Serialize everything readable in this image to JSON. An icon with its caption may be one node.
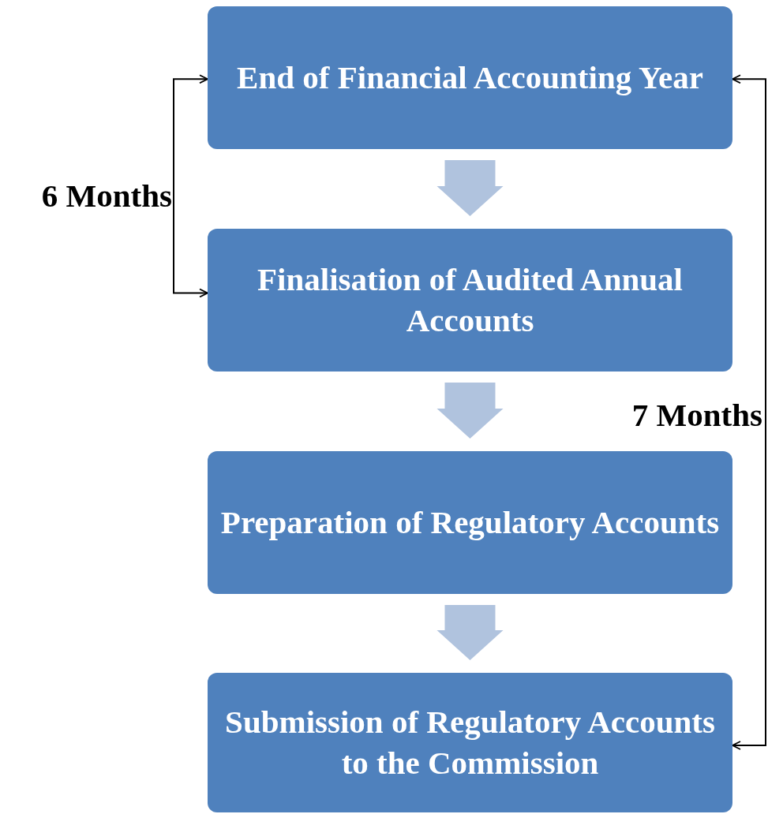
{
  "diagram": {
    "nodes": [
      {
        "text": [
          "End of Financial Accounting Year"
        ]
      },
      {
        "text": [
          "Finalisation of Audited Annual Accounts"
        ]
      },
      {
        "text": [
          "Preparation of Regulatory Accounts"
        ]
      },
      {
        "text": [
          "Submission of Regulatory Accounts to the Commission"
        ]
      }
    ],
    "edges": [
      {
        "from": 0,
        "to": 1,
        "arrow": "to",
        "style": "thick",
        "color": "#b0c3de"
      },
      {
        "from": 1,
        "to": 2,
        "arrow": "to",
        "style": "thick",
        "color": "#b0c3de"
      },
      {
        "from": 2,
        "to": 3,
        "arrow": "to",
        "style": "thick",
        "color": "#b0c3de"
      },
      {
        "from": 0,
        "to": 1,
        "arrow": "both",
        "label": "6 Months"
      },
      {
        "from": 0,
        "to": 3,
        "arrow": "both",
        "label": "7 Months"
      }
    ]
  }
}
